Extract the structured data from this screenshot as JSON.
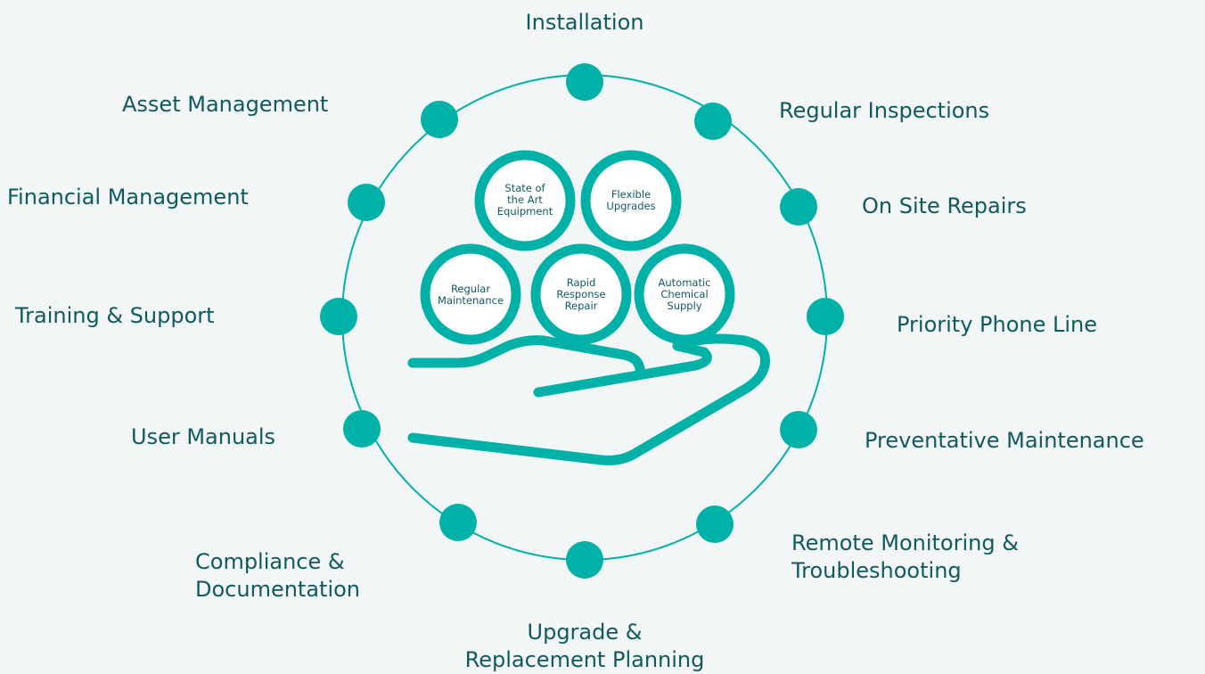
{
  "outer_labels": {
    "installation": [
      "Installation"
    ],
    "regular_inspections": [
      "Regular Inspections"
    ],
    "on_site_repairs": [
      "On Site Repairs"
    ],
    "priority_phone_line": [
      "Priority Phone Line"
    ],
    "preventative_maintenance": [
      "Preventative Maintenance"
    ],
    "remote_monitoring": [
      "Remote Monitoring &",
      "Troubleshooting"
    ],
    "upgrade_planning": [
      "Upgrade &",
      "Replacement Planning"
    ],
    "compliance": [
      "Compliance &",
      "Documentation"
    ],
    "user_manuals": [
      "User Manuals"
    ],
    "training_support": [
      "Training & Support"
    ],
    "financial_management": [
      "Financial Management"
    ],
    "asset_management": [
      "Asset Management"
    ]
  },
  "inner_circles": {
    "state_of_art": [
      "State of",
      "the Art",
      "Equipment"
    ],
    "flexible_upgrades": [
      "Flexible",
      "Upgrades"
    ],
    "regular_maintenance": [
      "Regular",
      "Maintenance"
    ],
    "rapid_response": [
      "Rapid",
      "Response",
      "Repair"
    ],
    "automatic_chemical": [
      "Automatic",
      "Chemical",
      "Supply"
    ]
  },
  "colors": {
    "accent": "#00b1a8",
    "text": "#105a5f",
    "background": "#f2f6f7"
  }
}
